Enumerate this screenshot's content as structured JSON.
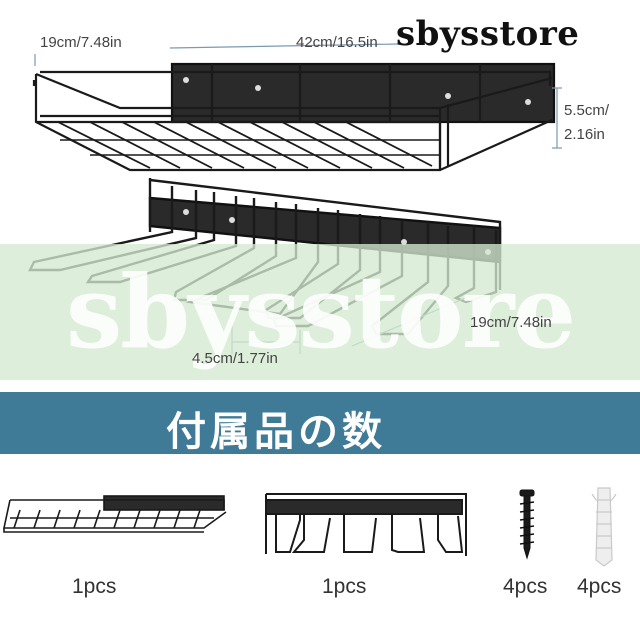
{
  "brand": "sbysstore",
  "watermark": "sbysstore",
  "dimensions": {
    "shelf_depth": "19cm/7.48in",
    "shelf_length": "42cm/16.5in",
    "shelf_height_1": "5.5cm/",
    "shelf_height_2": "2.16in",
    "rack_arm_length": "19cm/7.48in",
    "rack_spacing": "4.5cm/1.77in"
  },
  "banner_text": "付属品の数",
  "accessories": [
    {
      "item": "wire-shelf",
      "qty": "1pcs"
    },
    {
      "item": "hanging-rack",
      "qty": "1pcs"
    },
    {
      "item": "screw",
      "qty": "4pcs"
    },
    {
      "item": "wall-anchor",
      "qty": "4pcs"
    }
  ],
  "colors": {
    "banner": "#3f7a97",
    "band": "#d3ebd0",
    "metal": "#1a1a1a"
  }
}
